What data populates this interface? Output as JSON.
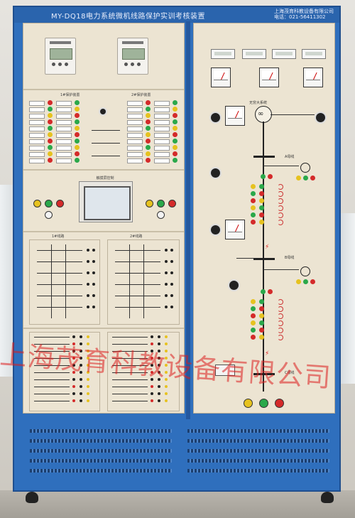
{
  "cabinet": {
    "title_left": "MY-DQ18电力系统微机线路保护实训考核装置",
    "title_right_line1": "上海茂育科教设备有限公司",
    "title_right_line2": "电话：021-56411302"
  },
  "left_panel": {
    "relay1_label": "1#保护装置",
    "relay2_label": "2#保护装置",
    "hmi_label": "触摸屏控制",
    "diagram1_label": "1#线路",
    "diagram2_label": "2#线路"
  },
  "right_panel": {
    "source_label": "无穷大系统",
    "bus_a_label": "A母线",
    "bus_b_label": "B母线",
    "bus_c_label": "C母线",
    "fault_mark": "⚡"
  },
  "watermark": "上海茂育科教设备有限公司",
  "colors": {
    "cabinet_blue": "#2f6fbd",
    "panel_beige": "#ece4d2",
    "lamp_red": "#d42a2a",
    "lamp_green": "#2aa84a",
    "lamp_yellow": "#e6c21f"
  }
}
